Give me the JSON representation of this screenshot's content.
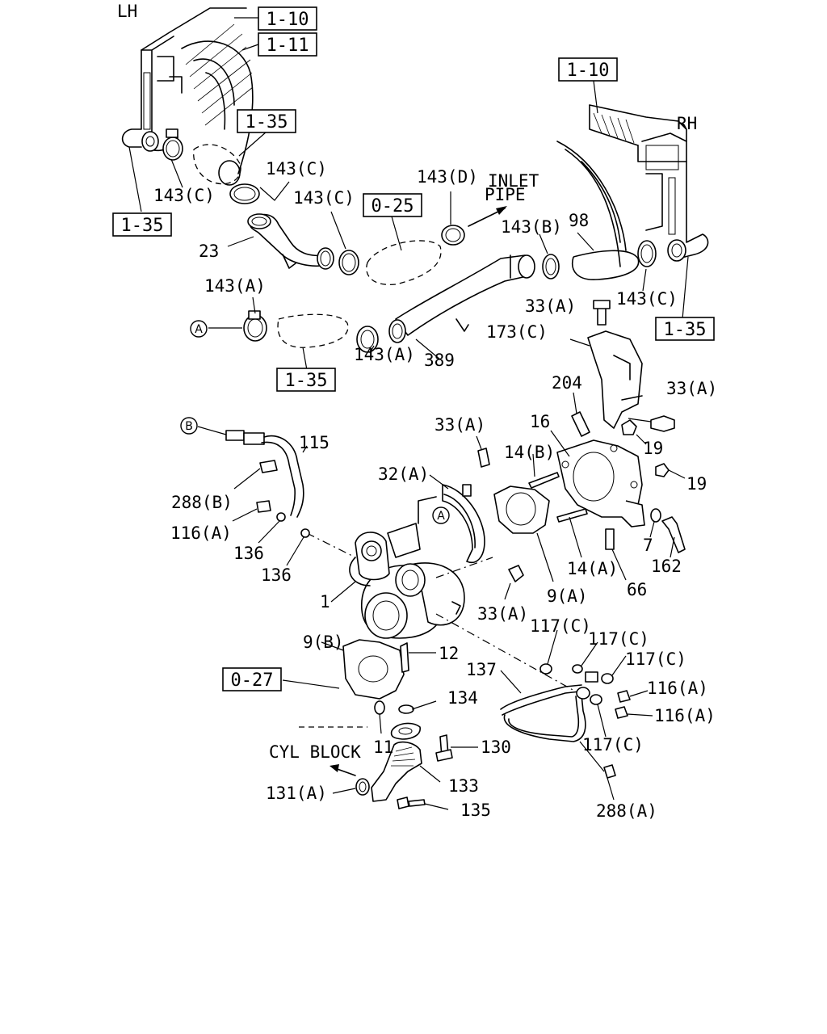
{
  "side_labels": {
    "lh": "LH",
    "rh": "RH"
  },
  "notes": {
    "inlet_pipe_line1": "INLET",
    "inlet_pipe_line2": "PIPE",
    "cyl_block": "CYL BLOCK"
  },
  "ref_boxes": {
    "lh_1_10": "1-10",
    "lh_1_11": "1-11",
    "lh_upper_1_35": "1-35",
    "lh_left_1_35": "1-35",
    "center_0_25": "0-25",
    "lower_1_35": "1-35",
    "rh_1_10": "1-10",
    "rh_1_35": "1-35",
    "bottom_0_27": "0-27"
  },
  "connectors": {
    "a_upper": "A",
    "b": "B",
    "a_turbo": "A"
  },
  "part_labels": {
    "p143c_lh_clamp": "143(C)",
    "p143c_upper": "143(C)",
    "p143c_mid": "143(C)",
    "p143d": "143(D)",
    "p143b": "143(B)",
    "p98": "98",
    "p23": "23",
    "p143c_rh": "143(C)",
    "p143a_left": "143(A)",
    "p143a_right": "143(A)",
    "p389": "389",
    "p33a_top": "33(A)",
    "p173c": "173(C)",
    "p204": "204",
    "p33a_right": "33(A)",
    "p16": "16",
    "p19_upper": "19",
    "p19_lower": "19",
    "p33a_mid": "33(A)",
    "p14b": "14(B)",
    "p115": "115",
    "p32a": "32(A)",
    "p288b": "288(B)",
    "p116a_left": "116(A)",
    "p136_upper": "136",
    "p136_lower": "136",
    "p7": "7",
    "p162": "162",
    "p14a": "14(A)",
    "p1": "1",
    "p9a": "9(A)",
    "p66": "66",
    "p33a_low": "33(A)",
    "p117c_a": "117(C)",
    "p117c_b": "117(C)",
    "p117c_c": "117(C)",
    "p9b": "9(B)",
    "p12": "12",
    "p137": "137",
    "p116a_r1": "116(A)",
    "p116a_r2": "116(A)",
    "p134": "134",
    "p11": "11",
    "p130": "130",
    "p117c_d": "117(C)",
    "p133": "133",
    "p131a": "131(A)",
    "p135": "135",
    "p288a": "288(A)"
  }
}
